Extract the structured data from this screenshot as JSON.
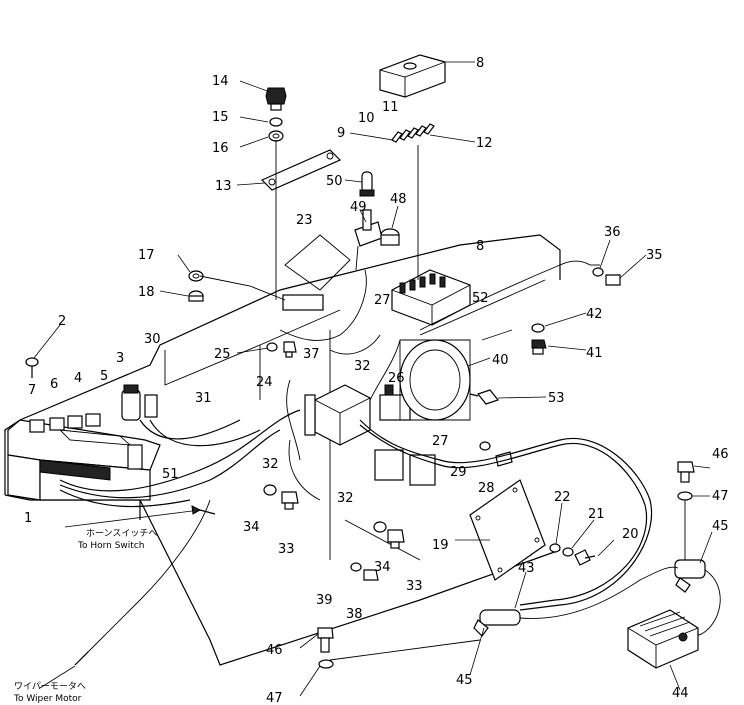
{
  "callouts": [
    "1",
    "2",
    "3",
    "4",
    "5",
    "6",
    "7",
    "8",
    "8",
    "9",
    "10",
    "11",
    "12",
    "13",
    "14",
    "15",
    "16",
    "17",
    "18",
    "19",
    "20",
    "21",
    "22",
    "23",
    "24",
    "25",
    "26",
    "27",
    "27",
    "28",
    "29",
    "30",
    "31",
    "32",
    "32",
    "32",
    "33",
    "33",
    "34",
    "34",
    "35",
    "36",
    "37",
    "38",
    "39",
    "40",
    "41",
    "42",
    "43",
    "44",
    "45",
    "45",
    "46",
    "46",
    "47",
    "47",
    "48",
    "49",
    "50",
    "51",
    "52",
    "53"
  ],
  "notes": {
    "horn_jp": "ホーンスイッチへ",
    "horn_en": "To Horn Switch",
    "wiper_jp": "ワイパーモータへ",
    "wiper_en": "To Wiper Motor"
  }
}
